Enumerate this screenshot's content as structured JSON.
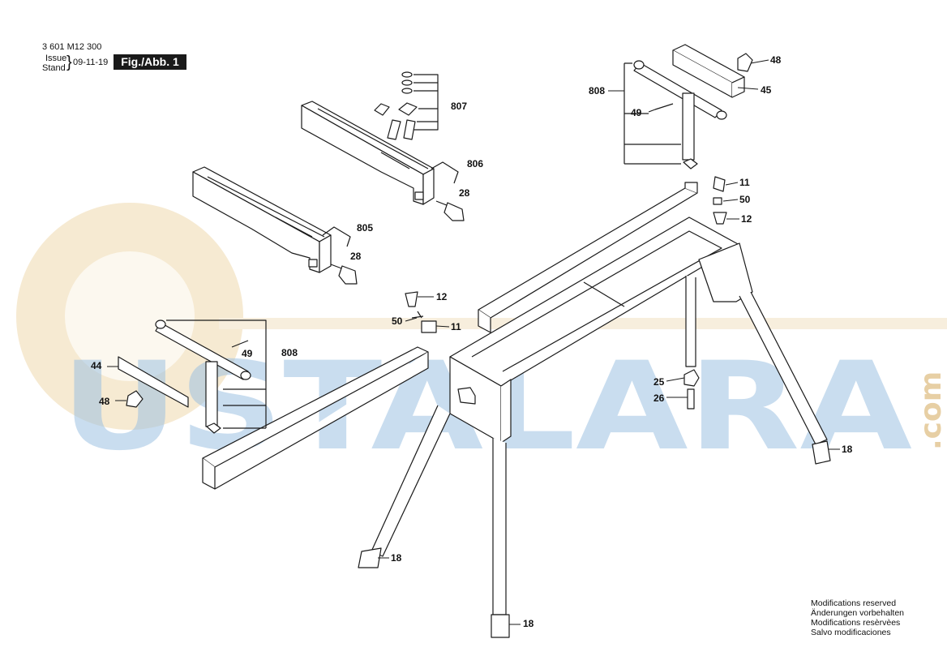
{
  "header": {
    "part_number": "3 601 M12 300",
    "issue_label": "Issue",
    "stand_label": "Stand",
    "date": "09-11-19",
    "figure": "Fig./Abb. 1"
  },
  "watermark": {
    "text": "USTALARA",
    "suffix": ".com",
    "colors": {
      "letters": "#9ec2e2",
      "circle": "#f6ead2",
      "band": "#f7eedd"
    }
  },
  "part_labels": [
    "807",
    "806",
    "28",
    "805",
    "28",
    "808",
    "48",
    "45",
    "49",
    "11",
    "50",
    "12",
    "12",
    "50",
    "11",
    "808",
    "49",
    "44",
    "48",
    "25",
    "26",
    "18",
    "18",
    "18"
  ],
  "modifications": [
    "Modifications reserved",
    "Änderungen vorbehalten",
    "Modifications resèrvèes",
    "Salvo modificaciones"
  ]
}
